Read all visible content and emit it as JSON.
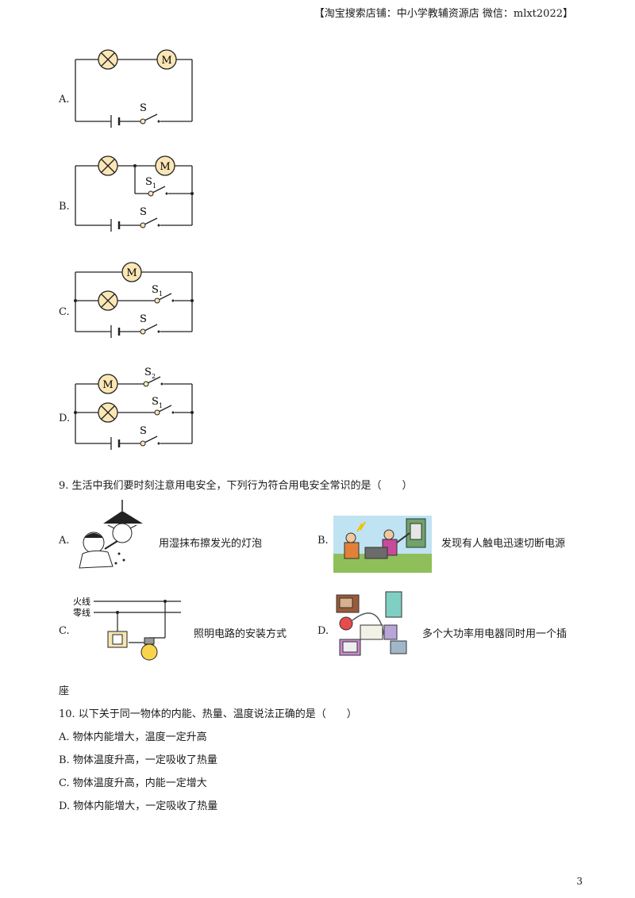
{
  "header": {
    "text": "【淘宝搜索店铺：中小学教辅资源店  微信：mlxt2022】"
  },
  "circuit_options": [
    {
      "letter": "A.",
      "labels": {
        "s": "S"
      }
    },
    {
      "letter": "B.",
      "labels": {
        "s": "S",
        "s1": "S",
        "s1_sub": "1"
      }
    },
    {
      "letter": "C.",
      "labels": {
        "s": "S",
        "s1": "S",
        "s1_sub": "1"
      }
    },
    {
      "letter": "D.",
      "labels": {
        "s": "S",
        "s1": "S",
        "s1_sub": "1",
        "s2": "S",
        "s2_sub": "2"
      }
    }
  ],
  "motor_symbol": "M",
  "question9": {
    "stem": "9. 生活中我们要时刻注意用电安全，下列行为符合用电安全常识的是（　　）",
    "options": [
      {
        "letter": "A.",
        "text": "用湿抹布擦发光的灯泡"
      },
      {
        "letter": "B.",
        "text": "发现有人触电迅速切断电源"
      },
      {
        "letter": "C.",
        "text": "照明电路的安装方式"
      },
      {
        "letter": "D.",
        "text": "多个大功率用电器同时用一个插"
      }
    ],
    "wiring_labels": {
      "live": "火线",
      "neutral": "零线"
    }
  },
  "stray_char": "座",
  "question10": {
    "stem": "10. 以下关于同一物体的内能、热量、温度说法正确的是（　　）",
    "options": [
      {
        "letter": "A.",
        "text": "物体内能增大，温度一定升高"
      },
      {
        "letter": "B.",
        "text": "物体温度升高，一定吸收了热量"
      },
      {
        "letter": "C.",
        "text": "物体温度升高，内能一定增大"
      },
      {
        "letter": "D.",
        "text": "物体内能增大，一定吸收了热量"
      }
    ]
  },
  "page_number": "3"
}
